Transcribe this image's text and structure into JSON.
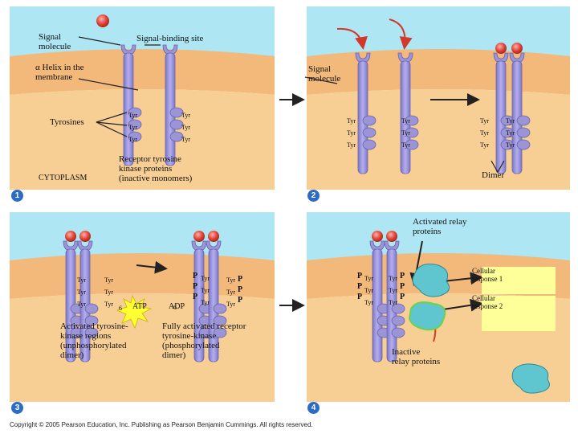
{
  "panel1": {
    "signal_molecule": "Signal\nmolecule",
    "signal_binding_site": "Signal-binding site",
    "alpha_helix": "α Helix in the\nmembrane",
    "tyrosines": "Tyrosines",
    "receptor_label": "Receptor tyrosine\nkinase proteins\n(inactive monomers)",
    "cytoplasm": "CYTOPLASM",
    "number": "1"
  },
  "panel2": {
    "signal_molecule": "Signal\nmolecule",
    "dimer": "Dimer",
    "number": "2"
  },
  "panel3": {
    "atp": "ATP",
    "atp_count": "6",
    "adp": "ADP",
    "adp_count": "6",
    "activated_label": "Activated tyrosine-\nkinase regions\n(unphosphorylated\ndimer)",
    "fully_activated_label": "Fully activated receptor\ntyrosine-kinase\n(phosphorylated\ndimer)",
    "number": "3"
  },
  "panel4": {
    "activated_relay": "Activated relay\nproteins",
    "cellular_response_1": "Cellular\nresponse 1",
    "cellular_response_2": "Cellular\nresponse 2",
    "inactive_relay": "Inactive\nrelay proteins",
    "number": "4"
  },
  "common": {
    "tyr": "Tyr",
    "p": "P"
  },
  "copyright": "Copyright © 2005 Pearson Education, Inc. Publishing as Pearson Benjamin Cummings. All rights reserved.",
  "colors": {
    "extracellular": "#aee6f4",
    "membrane": "#f2b97a",
    "cytoplasm": "#f7cf95",
    "receptor": "#9b95d6",
    "receptor_dark": "#6a64b0",
    "signal": "#e0453a",
    "relay_protein": "#5fc6cf",
    "response_box": "#ffff99",
    "arrow_red": "#d3392b",
    "badge": "#2b6cc4",
    "starburst": "#ffff33"
  }
}
